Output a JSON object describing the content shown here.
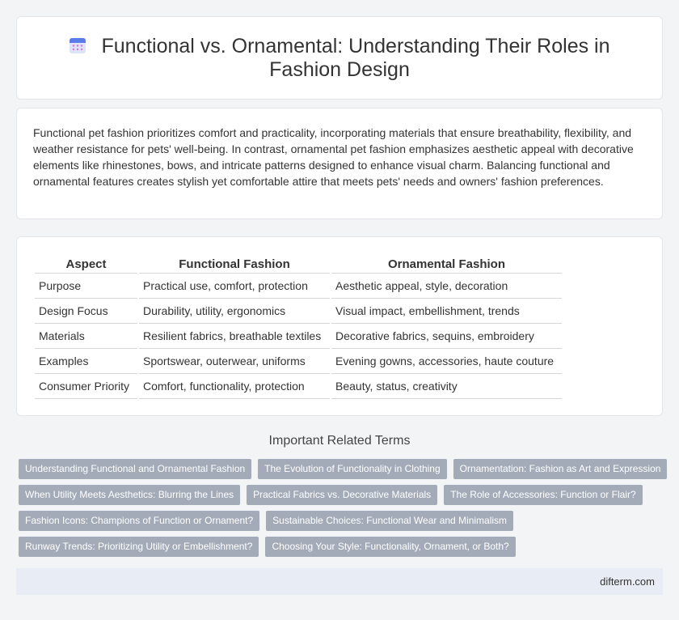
{
  "header": {
    "icon": "calendar-icon",
    "title": "Functional vs. Ornamental: Understanding Their Roles in Fashion Design"
  },
  "summary": "Functional pet fashion prioritizes comfort and practicality, incorporating materials that ensure breathability, flexibility, and weather resistance for pets' well-being. In contrast, ornamental pet fashion emphasizes aesthetic appeal with decorative elements like rhinestones, bows, and intricate patterns designed to enhance visual charm. Balancing functional and ornamental features creates stylish yet comfortable attire that meets pets' needs and owners' fashion preferences.",
  "table": {
    "headers": [
      "Aspect",
      "Functional Fashion",
      "Ornamental Fashion"
    ],
    "rows": [
      [
        "Purpose",
        "Practical use, comfort, protection",
        "Aesthetic appeal, style, decoration"
      ],
      [
        "Design Focus",
        "Durability, utility, ergonomics",
        "Visual impact, embellishment, trends"
      ],
      [
        "Materials",
        "Resilient fabrics, breathable textiles",
        "Decorative fabrics, sequins, embroidery"
      ],
      [
        "Examples",
        "Sportswear, outerwear, uniforms",
        "Evening gowns, accessories, haute couture"
      ],
      [
        "Consumer Priority",
        "Comfort, functionality, protection",
        "Beauty, status, creativity"
      ]
    ]
  },
  "related": {
    "heading": "Important Related Terms",
    "rows": [
      [
        "Understanding Functional and Ornamental Fashion",
        "The Evolution of Functionality in Clothing",
        "Ornamentation: Fashion as Art and Expression"
      ],
      [
        "When Utility Meets Aesthetics: Blurring the Lines",
        "Practical Fabrics vs. Decorative Materials",
        "The Role of Accessories: Function or Flair?"
      ],
      [
        "Fashion Icons: Champions of Function or Ornament?",
        "Sustainable Choices: Functional Wear and Minimalism"
      ],
      [
        "Runway Trends: Prioritizing Utility or Embellishment?",
        "Choosing Your Style: Functionality, Ornament, or Both?"
      ]
    ]
  },
  "footer": {
    "site": "difterm.com"
  },
  "colors": {
    "tag_bg": "#a4abb8",
    "footer_bg": "#e8edf5",
    "page_bg": "#f3f4f6"
  }
}
